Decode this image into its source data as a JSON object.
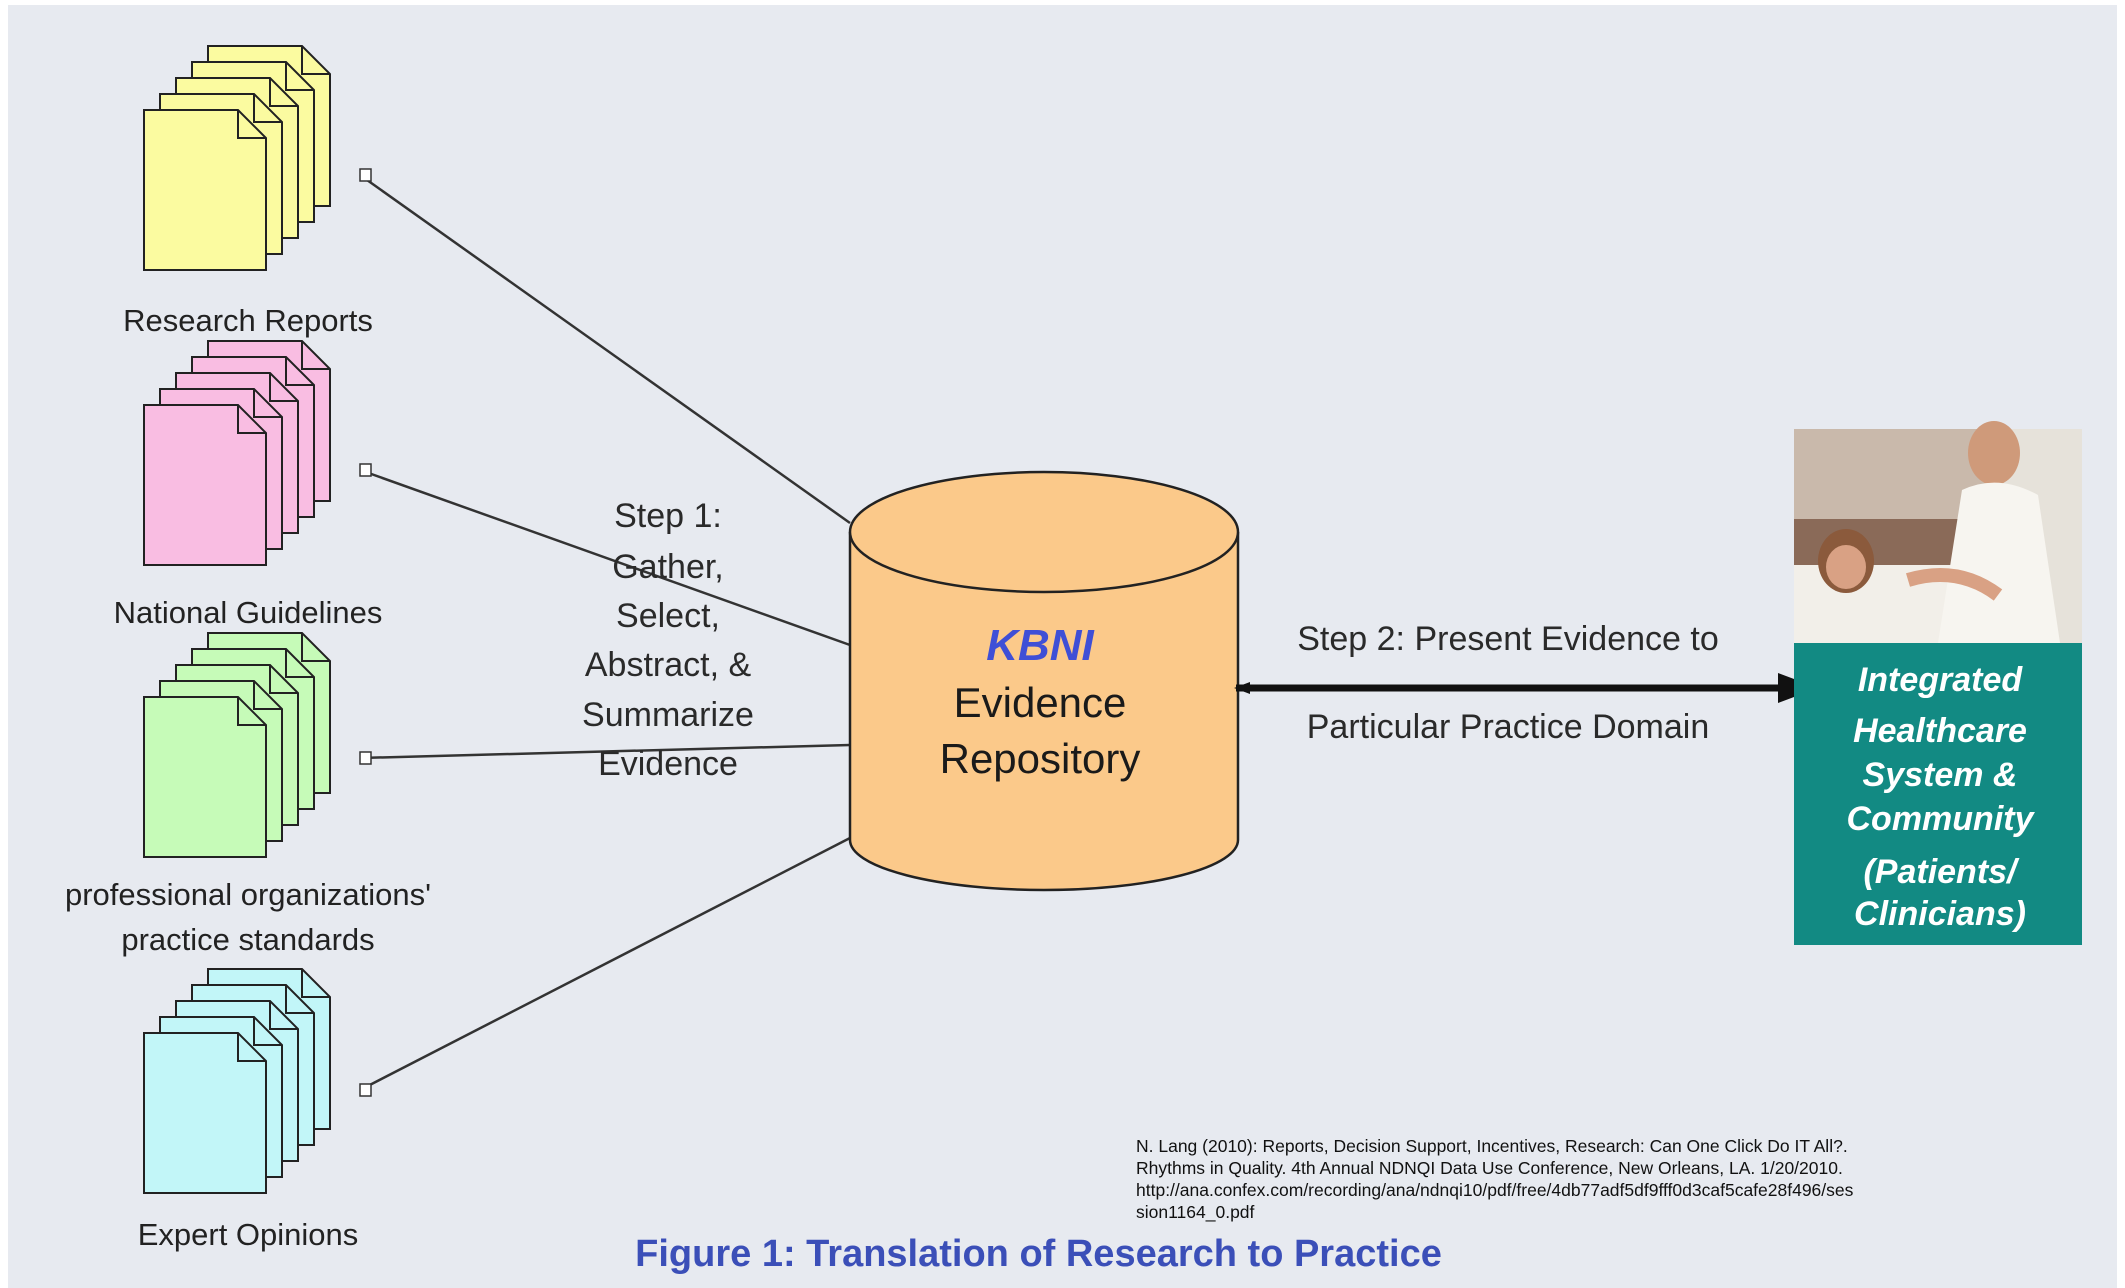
{
  "sources": [
    {
      "label": "Research Reports",
      "color": "#fbfba0"
    },
    {
      "label": "National Guidelines",
      "color": "#f9bde2"
    },
    {
      "label_lines": [
        "professional organizations'",
        "practice standards"
      ],
      "color": "#c6fbb8"
    },
    {
      "label": "Expert Opinions",
      "color": "#c2f6f8"
    }
  ],
  "step1": {
    "lines": [
      "Step 1:",
      "Gather,",
      "Select,",
      "Abstract, &",
      "Summarize",
      "Evidence"
    ]
  },
  "repository": {
    "title": "KBNI",
    "lines": [
      "Evidence",
      "Repository"
    ],
    "fill": "#fbc98a"
  },
  "step2": {
    "lines": [
      "Step 2: Present Evidence to",
      "Particular Practice Domain"
    ]
  },
  "destination": {
    "lines": [
      "Integrated",
      "Healthcare",
      "System &",
      "Community",
      "(Patients/",
      "Clinicians)"
    ],
    "fill": "#128a83",
    "photo_icon": "patient-nurse-photo"
  },
  "citation": {
    "lines": [
      "N. Lang (2010): Reports, Decision Support, Incentives, Research: Can One Click Do IT All?.",
      "Rhythms in Quality. 4th Annual NDNQI Data Use Conference, New Orleans, LA. 1/20/2010.",
      "http://ana.confex.com/recording/ana/ndnqi10/pdf/free/4db77adf5df9fff0d3caf5cafe28f496/ses",
      "sion1164_0.pdf"
    ]
  },
  "caption": {
    "text": "Figure 1: Translation of Research to Practice",
    "color": "#3b4fb8"
  }
}
